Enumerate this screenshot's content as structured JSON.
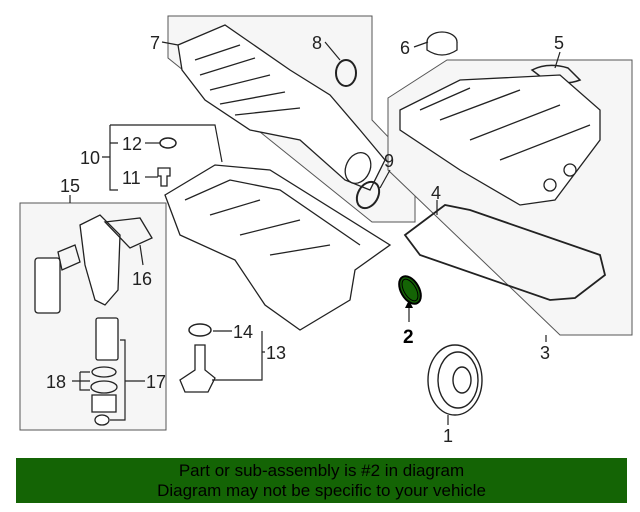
{
  "diagram": {
    "callouts": {
      "c1": "1",
      "c2": "2",
      "c3": "3",
      "c4": "4",
      "c5": "5",
      "c6": "6",
      "c7": "7",
      "c8": "8",
      "c9": "9",
      "c10": "10",
      "c11": "11",
      "c12": "12",
      "c13": "13",
      "c14": "14",
      "c15": "15",
      "c16": "16",
      "c17": "17",
      "c18": "18"
    },
    "highlighted_part": "2",
    "highlight_color": "#146405"
  },
  "banner": {
    "line1": "Part or sub-assembly is #2 in diagram",
    "line2": "Diagram may not be specific to your vehicle",
    "background": "#146405"
  }
}
